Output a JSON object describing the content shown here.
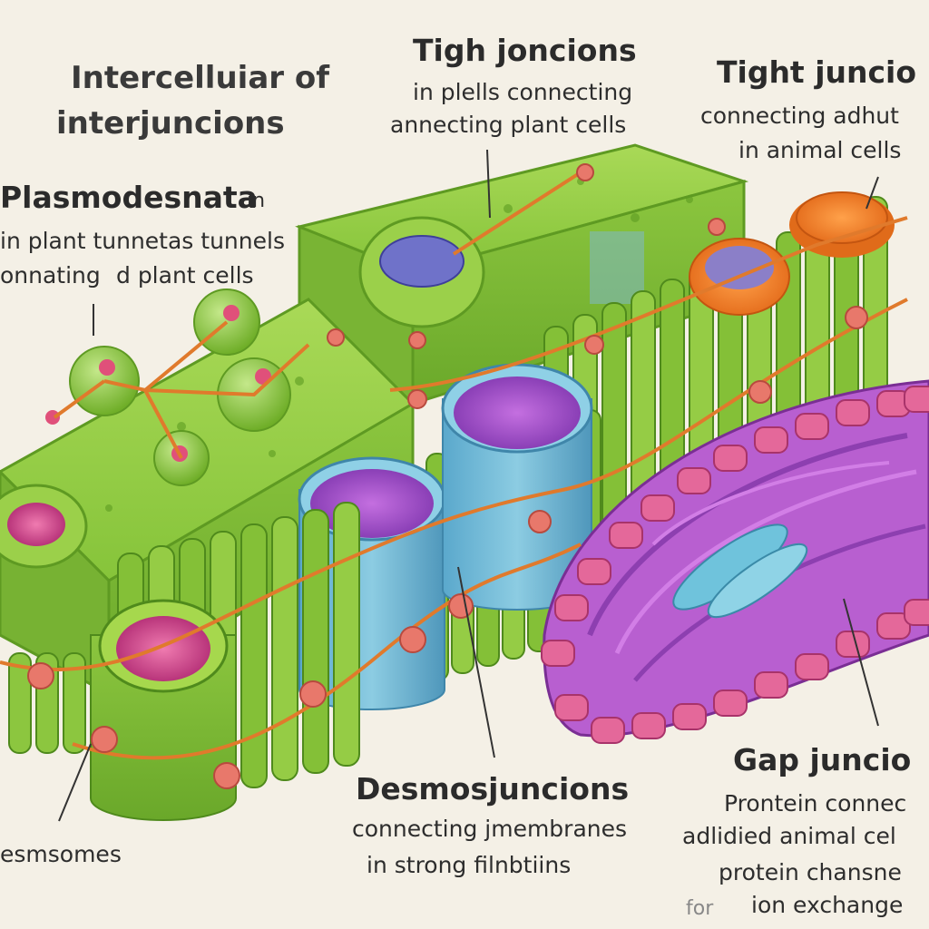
{
  "title": {
    "line1": "Intercelluiar of",
    "line2": "interjuncions"
  },
  "labels": {
    "tight_plant": {
      "title": "Tigh joncions",
      "line1": "in plells connecting",
      "line2": "annecting plant cells"
    },
    "tight_animal": {
      "title": "Tight juncio",
      "line1": "connecting adhut",
      "line2": "in animal cells"
    },
    "plasmodesmata": {
      "title": "Plasmodesnata",
      "title_suffix": "in",
      "line1": "in plant tunnetas tunnels",
      "line2": "onnating",
      "line2_b": "d plant cells"
    },
    "desmosomes": {
      "title": "esmsomes"
    },
    "desmojunctions": {
      "title": "Desmosjuncions",
      "line1": "connecting jmembranes",
      "line2": "in strong filnbtiins"
    },
    "gap": {
      "title": "Gap juncio",
      "line1": "Prontein connec",
      "line2": "adlidied animal cel",
      "line3": "protein chansne",
      "line4_a": "for",
      "line4_b": "ion exchange"
    }
  },
  "colors": {
    "background": "#f4f0e6",
    "plant_green": "#8cc63f",
    "plant_green_dark": "#5e9a22",
    "membrane_orange": "#e07a2c",
    "nucleus_purple": "#9b4fc4",
    "animal_pink": "#e0608c",
    "animal_purple": "#a25cc8",
    "channel_blue": "#6ab7d6",
    "vesicle_red": "#e8786b"
  }
}
